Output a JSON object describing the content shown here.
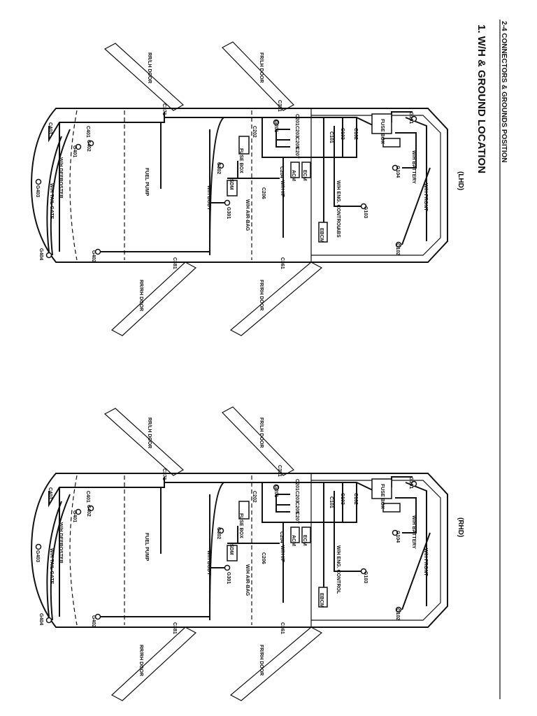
{
  "header": {
    "section": "2-4  CONNECTORS & GROUNDS POSITION",
    "title": "1.  W/H & GROUND LOCATION"
  },
  "diagrams": [
    {
      "variant": "(LHD)",
      "labels": [
        "RR/LH DOOR",
        "FR/LH DOOR",
        "FR/RH DOOR",
        "RR/RH DOOR",
        "C371",
        "C351",
        "C201",
        "C203",
        "C205",
        "C207",
        "C202",
        "G201",
        "FUSE BOX",
        "G302",
        "SDM",
        "W/H AIR-BAG",
        "C206",
        "W/H I/P",
        "C204",
        "ACM",
        "ECM",
        "C101",
        "C103",
        "C102",
        "W/H ENG. CONTROL",
        "ABS",
        "EBCM",
        "G103",
        "FUSE BOX",
        "G101",
        "W/H BATTERY",
        "G104",
        "W/H FRONT",
        "G102",
        "W/H BODY",
        "G301",
        "FUEL PUMP",
        "C401",
        "C402",
        "C403",
        "G401",
        "W/H DEFROSTER",
        "W/H TAIL GATE",
        "G403",
        "G404",
        "G402",
        "C381",
        "C361"
      ]
    },
    {
      "variant": "(RHD)",
      "labels": [
        "RR/LH DOOR",
        "FR/LH DOOR",
        "FR/RH DOOR",
        "RR/RH DOOR",
        "C371",
        "C351",
        "C201",
        "C203",
        "C205",
        "C207",
        "C202",
        "G201",
        "FUSE BOX",
        "G302",
        "SDM",
        "W/H AIR-BAG",
        "C206",
        "W/H I/P",
        "C204",
        "ACM",
        "ECM",
        "C101",
        "C103",
        "C102",
        "W/H ENG. CONTROL",
        "",
        "EBCM",
        "G103",
        "FUSE BOX",
        "G101",
        "W/H BATTERY",
        "G104",
        "W/H FRONT",
        "G102",
        "W/H BODY",
        "G301",
        "FUEL PUMP",
        "C401",
        "C402",
        "C403",
        "G401",
        "W/H DEFROSTER",
        "W/H TAIL GATE",
        "G403",
        "G404",
        "G402",
        "C381",
        "C361"
      ]
    }
  ]
}
